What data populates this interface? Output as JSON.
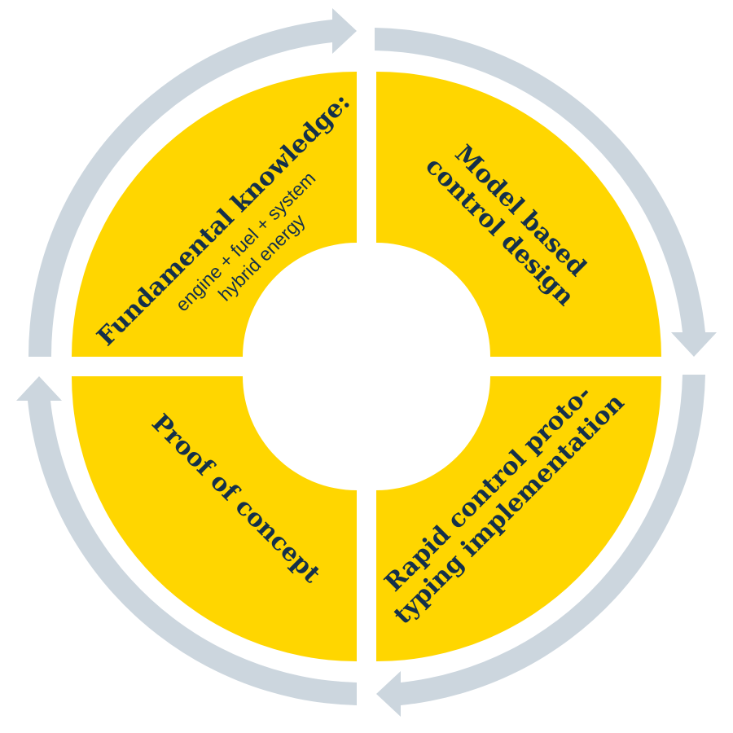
{
  "colors": {
    "segment_fill": "#FFD600",
    "arrow": "#CCD6DE",
    "text": "#14304A",
    "background": "#FFFFFF"
  },
  "quadrants": {
    "top_left": {
      "title": "Fundamental knowledge:",
      "sub_line_1": "engine + fuel + system",
      "sub_line_2": "hybrid energy"
    },
    "top_right": {
      "line_1": "Model based",
      "line_2": "control design"
    },
    "bottom_right": {
      "line_1": "Rapid control proto-",
      "line_2": "typing implementation"
    },
    "bottom_left": {
      "line_1": "Proof of concept"
    }
  },
  "cycle_arrows": [
    {
      "name": "top-arrow-icon",
      "direction": "clockwise"
    },
    {
      "name": "right-arrow-icon",
      "direction": "clockwise"
    },
    {
      "name": "bottom-arrow-icon",
      "direction": "clockwise"
    },
    {
      "name": "left-arrow-icon",
      "direction": "clockwise"
    }
  ]
}
